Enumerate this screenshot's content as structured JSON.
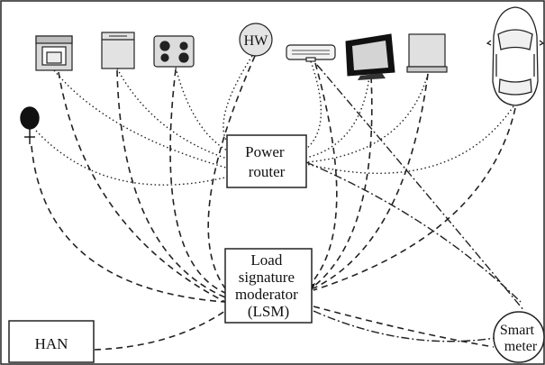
{
  "nodes": {
    "power_router": {
      "lines": [
        "Power",
        "router"
      ]
    },
    "lsm": {
      "lines": [
        "Load",
        "signature",
        "moderator",
        "(LSM)"
      ]
    },
    "han": {
      "label": "HAN"
    },
    "smart_meter": {
      "lines": [
        "Smart",
        "meter"
      ]
    },
    "hot_water": {
      "label": "HW"
    }
  },
  "devices": [
    {
      "id": "washing-machine",
      "icon": "washing-machine-icon"
    },
    {
      "id": "freezer",
      "icon": "freezer-icon"
    },
    {
      "id": "cooktop",
      "icon": "cooktop-icon"
    },
    {
      "id": "hot-water",
      "icon": "hot-water-heater-icon"
    },
    {
      "id": "air-conditioner",
      "icon": "air-conditioner-icon"
    },
    {
      "id": "television",
      "icon": "television-icon"
    },
    {
      "id": "appliance-box",
      "icon": "appliance-box-icon"
    },
    {
      "id": "electric-vehicle",
      "icon": "electric-car-icon"
    },
    {
      "id": "lamp",
      "icon": "lamp-icon"
    }
  ],
  "line_styles": {
    "power": "dotted",
    "signal": "dashed",
    "meter": "dash-dot"
  },
  "colors": {
    "stroke": "#111111",
    "background": "#ffffff"
  }
}
